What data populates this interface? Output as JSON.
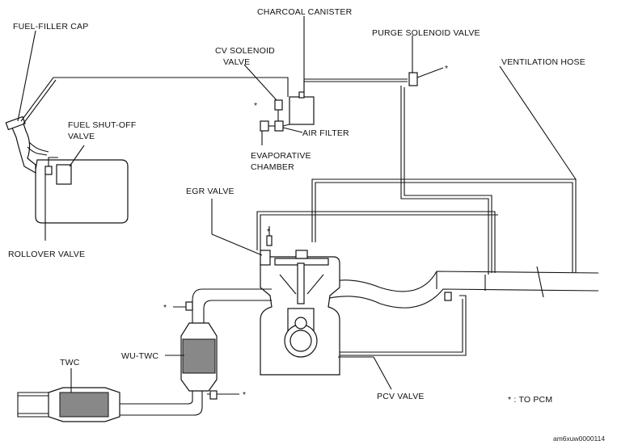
{
  "labels": {
    "charcoal_canister": "CHARCOAL CANISTER",
    "fuel_filler_cap": "FUEL-FILLER CAP",
    "purge_solenoid_valve": "PURGE SOLENOID VALVE",
    "cv_solenoid_valve_line1": "CV SOLENOID",
    "cv_solenoid_valve_line2": "VALVE",
    "ventilation_hose": "VENTILATION HOSE",
    "fuel_shutoff_valve_line1": "FUEL SHUT-OFF",
    "fuel_shutoff_valve_line2": "VALVE",
    "air_filter": "AIR FILTER",
    "evaporative_chamber_line1": "EVAPORATIVE",
    "evaporative_chamber_line2": "CHAMBER",
    "egr_valve": "EGR VALVE",
    "rollover_valve": "ROLLOVER VALVE",
    "wu_twc": "WU-TWC",
    "twc": "TWC",
    "pcv_valve": "PCV VALVE",
    "legend_to_pcm": "* : TO PCM"
  },
  "markers": {
    "asterisk": "*"
  },
  "figure_code": "am6xuw0000114"
}
